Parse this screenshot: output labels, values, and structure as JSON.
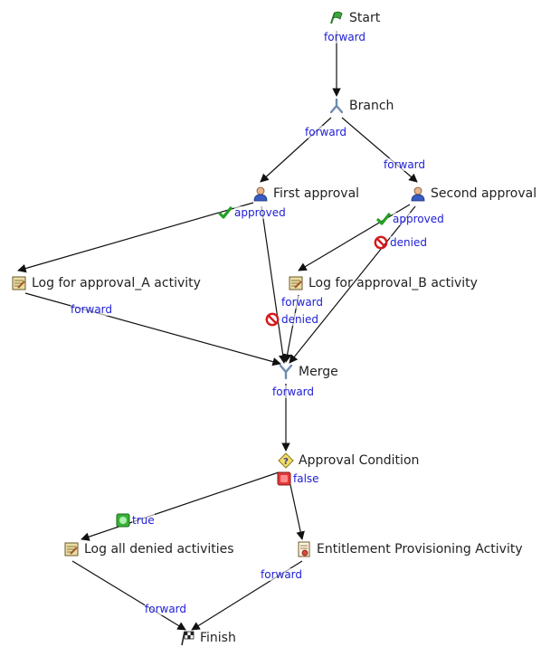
{
  "colors": {
    "edge": "#111111",
    "label": "#1c1cd6",
    "node_text": "#222222"
  },
  "nodes": {
    "start": {
      "label": "Start",
      "icon": "start-flag-icon"
    },
    "branch": {
      "label": "Branch",
      "icon": "branch-icon"
    },
    "first": {
      "label": "First approval",
      "icon": "user-approval-icon"
    },
    "second": {
      "label": "Second approval",
      "icon": "user-approval-icon"
    },
    "logA": {
      "label": "Log for approval_A activity",
      "icon": "log-activity-icon"
    },
    "logB": {
      "label": "Log for approval_B activity",
      "icon": "log-activity-icon"
    },
    "merge": {
      "label": "Merge",
      "icon": "merge-icon"
    },
    "cond": {
      "label": "Approval Condition",
      "icon": "condition-icon"
    },
    "logAll": {
      "label": "Log all denied activities",
      "icon": "log-activity-icon"
    },
    "ent": {
      "label": "Entitlement Provisioning Activity",
      "icon": "provisioning-icon"
    },
    "finish": {
      "label": "Finish",
      "icon": "finish-flag-icon"
    }
  },
  "edge_labels": {
    "start_fwd": {
      "text": "forward"
    },
    "branch_fwd1": {
      "text": "forward"
    },
    "branch_fwd2": {
      "text": "forward"
    },
    "first_appr": {
      "text": "approved",
      "icon": "check-icon"
    },
    "second_appr": {
      "text": "approved",
      "icon": "check-icon"
    },
    "second_den": {
      "text": "denied",
      "icon": "denied-icon"
    },
    "logA_fwd": {
      "text": "forward"
    },
    "logB_fwd": {
      "text": "forward"
    },
    "first_den": {
      "text": "denied",
      "icon": "denied-icon"
    },
    "merge_fwd": {
      "text": "forward"
    },
    "cond_false": {
      "text": "false",
      "icon": "false-icon"
    },
    "cond_true": {
      "text": "true",
      "icon": "true-icon"
    },
    "ent_fwd": {
      "text": "forward"
    },
    "logall_fwd": {
      "text": "forward"
    }
  }
}
